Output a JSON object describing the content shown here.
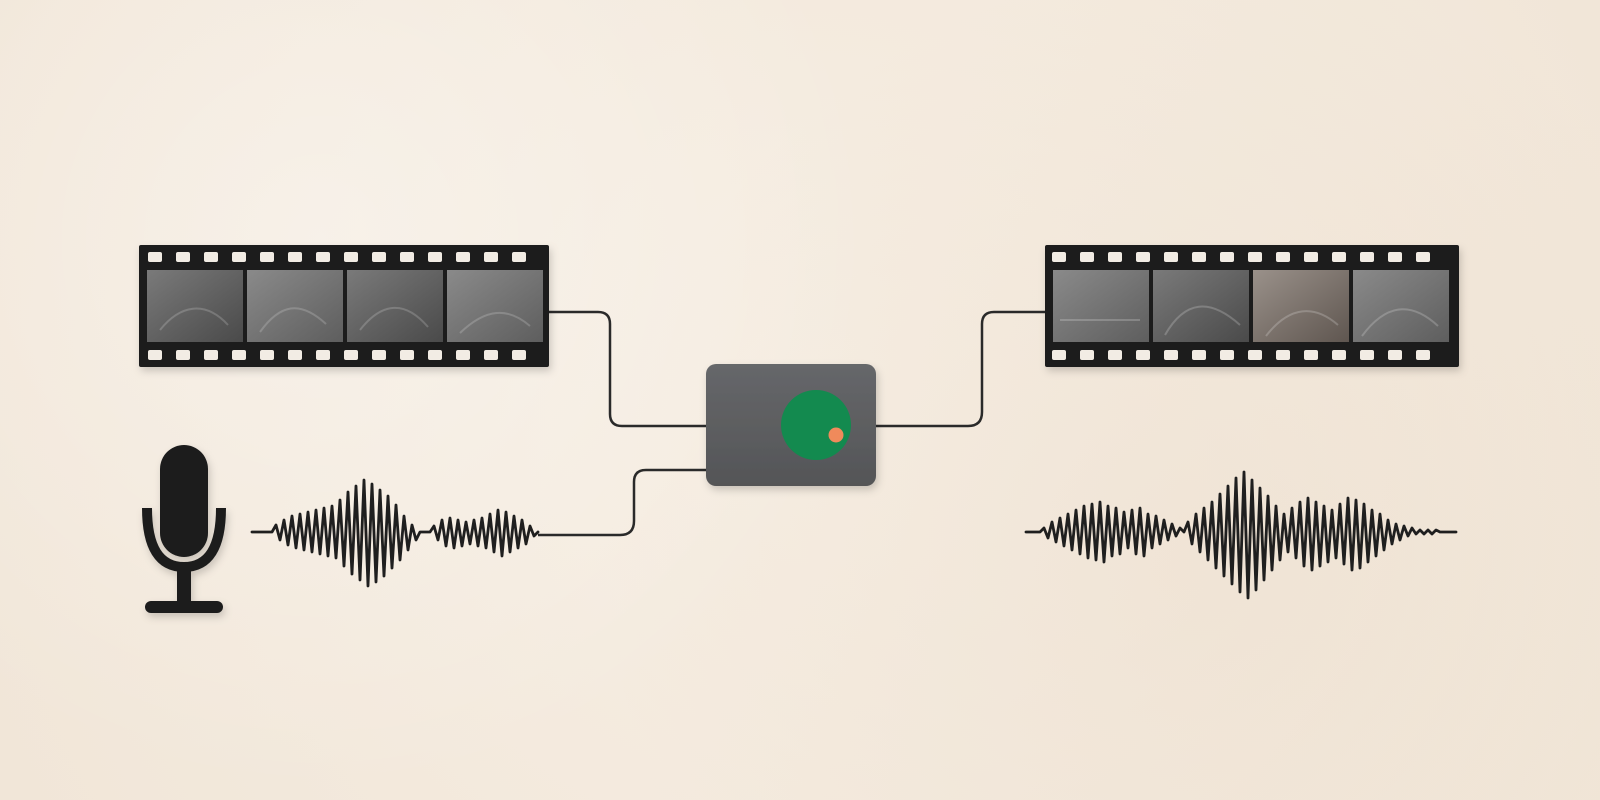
{
  "colors": {
    "background": "#f4eadf",
    "film_black": "#1c1c1c",
    "sprocket": "#f2ece4",
    "mixer_body": "#5f5f61",
    "knob_green": "#138a4f",
    "knob_dot_orange": "#f08a5b",
    "line": "#2a2a2a"
  },
  "icons": {
    "microphone": "microphone-icon",
    "mixer": "mixer-device-icon",
    "knob": "rotary-knob-icon"
  },
  "elements": {
    "input_film": "input-film-strip",
    "input_audio": "input-audio-waveform",
    "output_film": "output-film-strip",
    "output_audio": "output-audio-waveform"
  }
}
